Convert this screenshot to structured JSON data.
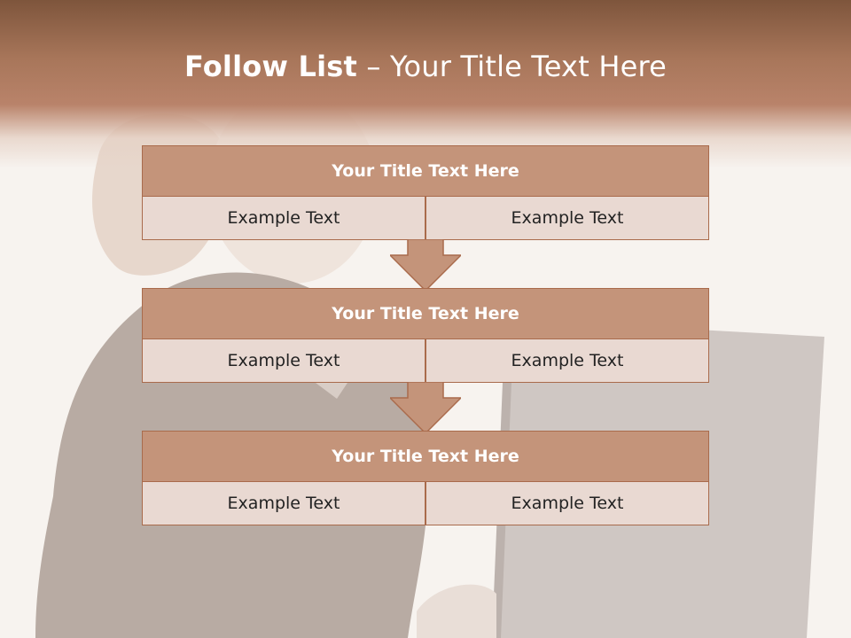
{
  "slide": {
    "title_bold": "Follow List",
    "title_rest": " – Your Title Text Here"
  },
  "steps": [
    {
      "title": "Your Title Text Here",
      "left": "Example Text",
      "right": "Example Text"
    },
    {
      "title": "Your Title Text Here",
      "left": "Example Text",
      "right": "Example Text"
    },
    {
      "title": "Your Title Text Here",
      "left": "Example Text",
      "right": "Example Text"
    }
  ],
  "colors": {
    "banner": "#a8765a",
    "header_fill": "#c4947a",
    "cell_fill": "#e9d9d2",
    "border": "#a96b4c",
    "arrow_fill": "#c4947a"
  }
}
